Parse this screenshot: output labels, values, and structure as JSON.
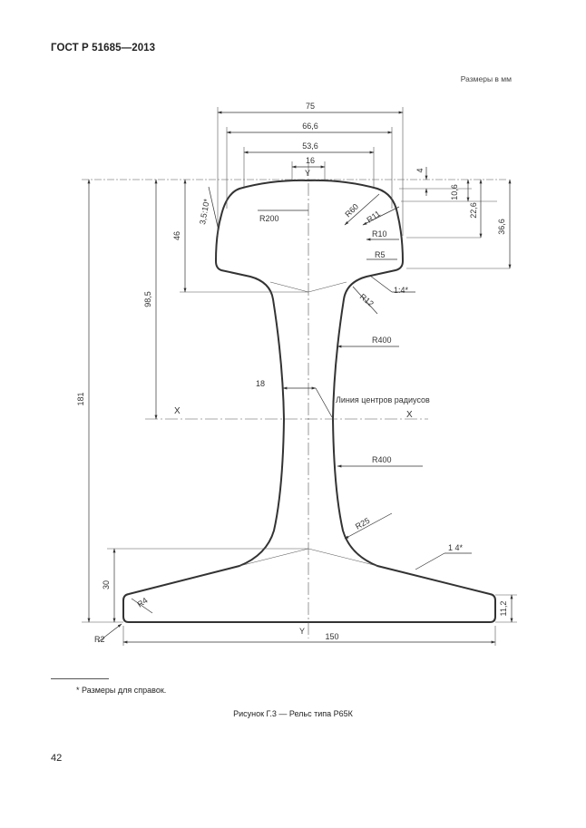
{
  "header": {
    "standard": "ГОСТ Р 51685—2013"
  },
  "units_note": "Размеры в мм",
  "drawing": {
    "dims": {
      "w75": "75",
      "w666": "66,6",
      "w536": "53,6",
      "w16": "16",
      "h4": "4",
      "h106": "10,6",
      "h226": "22,6",
      "h366": "36,6",
      "h46": "46",
      "h985": "98,5",
      "h181": "181",
      "h30": "30",
      "h112": "11,2",
      "w150": "150",
      "w18": "18"
    },
    "radii": {
      "r200": "R200",
      "r60": "R60",
      "r11": "R11",
      "r10": "R10",
      "r5": "R5",
      "r12": "R12",
      "r400_top": "R400",
      "r400_bottom": "R400",
      "r25": "R25",
      "r4": "R4",
      "r2": "R2"
    },
    "angles": {
      "head_side": "3,5:10*",
      "head_under": "1:4*",
      "foot_top": "1 4*"
    },
    "axes": {
      "y_top": "Y",
      "y_bottom": "Y",
      "x_left": "X",
      "x_right": "X"
    },
    "radius_center_line": "Линия центров радиусов"
  },
  "footnote": "* Размеры для справок.",
  "caption": "Рисунок Г.3 — Рельс типа Р65К",
  "page_number": "42"
}
